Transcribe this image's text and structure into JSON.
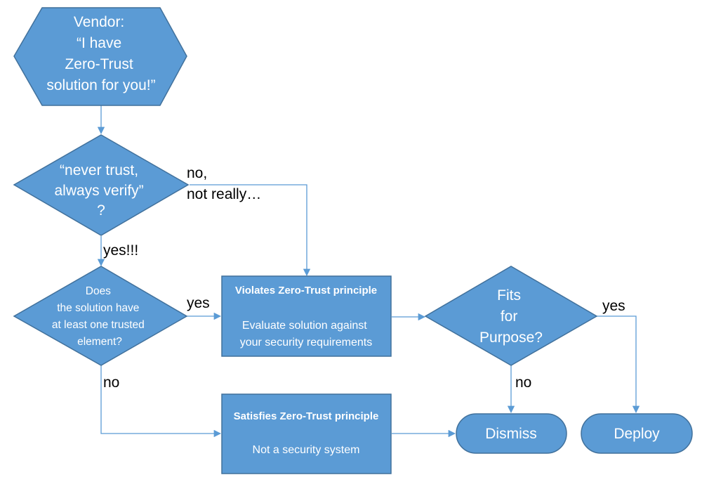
{
  "nodes": {
    "vendor": {
      "lines": [
        "Vendor:",
        "“I have",
        "Zero-Trust",
        "solution for you!”"
      ]
    },
    "never_trust": {
      "lines": [
        "“never trust,",
        "always verify”",
        "?"
      ]
    },
    "trusted_element": {
      "lines": [
        "Does",
        "the solution have",
        "at least one trusted",
        "element?"
      ]
    },
    "violates": {
      "title": "Violates Zero-Trust principle",
      "lines": [
        "Evaluate solution against",
        "your security requirements"
      ]
    },
    "satisfies": {
      "title": "Satisfies Zero-Trust principle",
      "lines": [
        "Not a security system"
      ]
    },
    "fits": {
      "lines": [
        "Fits",
        "for",
        "Purpose?"
      ]
    },
    "dismiss": {
      "label": "Dismiss"
    },
    "deploy": {
      "label": "Deploy"
    }
  },
  "edge_labels": {
    "no_not_really": [
      "no,",
      "not really…"
    ],
    "yes_verify": "yes!!!",
    "yes_trusted": "yes",
    "no_trusted": "no",
    "yes_fits": "yes",
    "no_fits": "no"
  },
  "colors": {
    "fill": "#5b9bd5",
    "stroke": "#41719c",
    "edge": "#5b9bd5"
  }
}
